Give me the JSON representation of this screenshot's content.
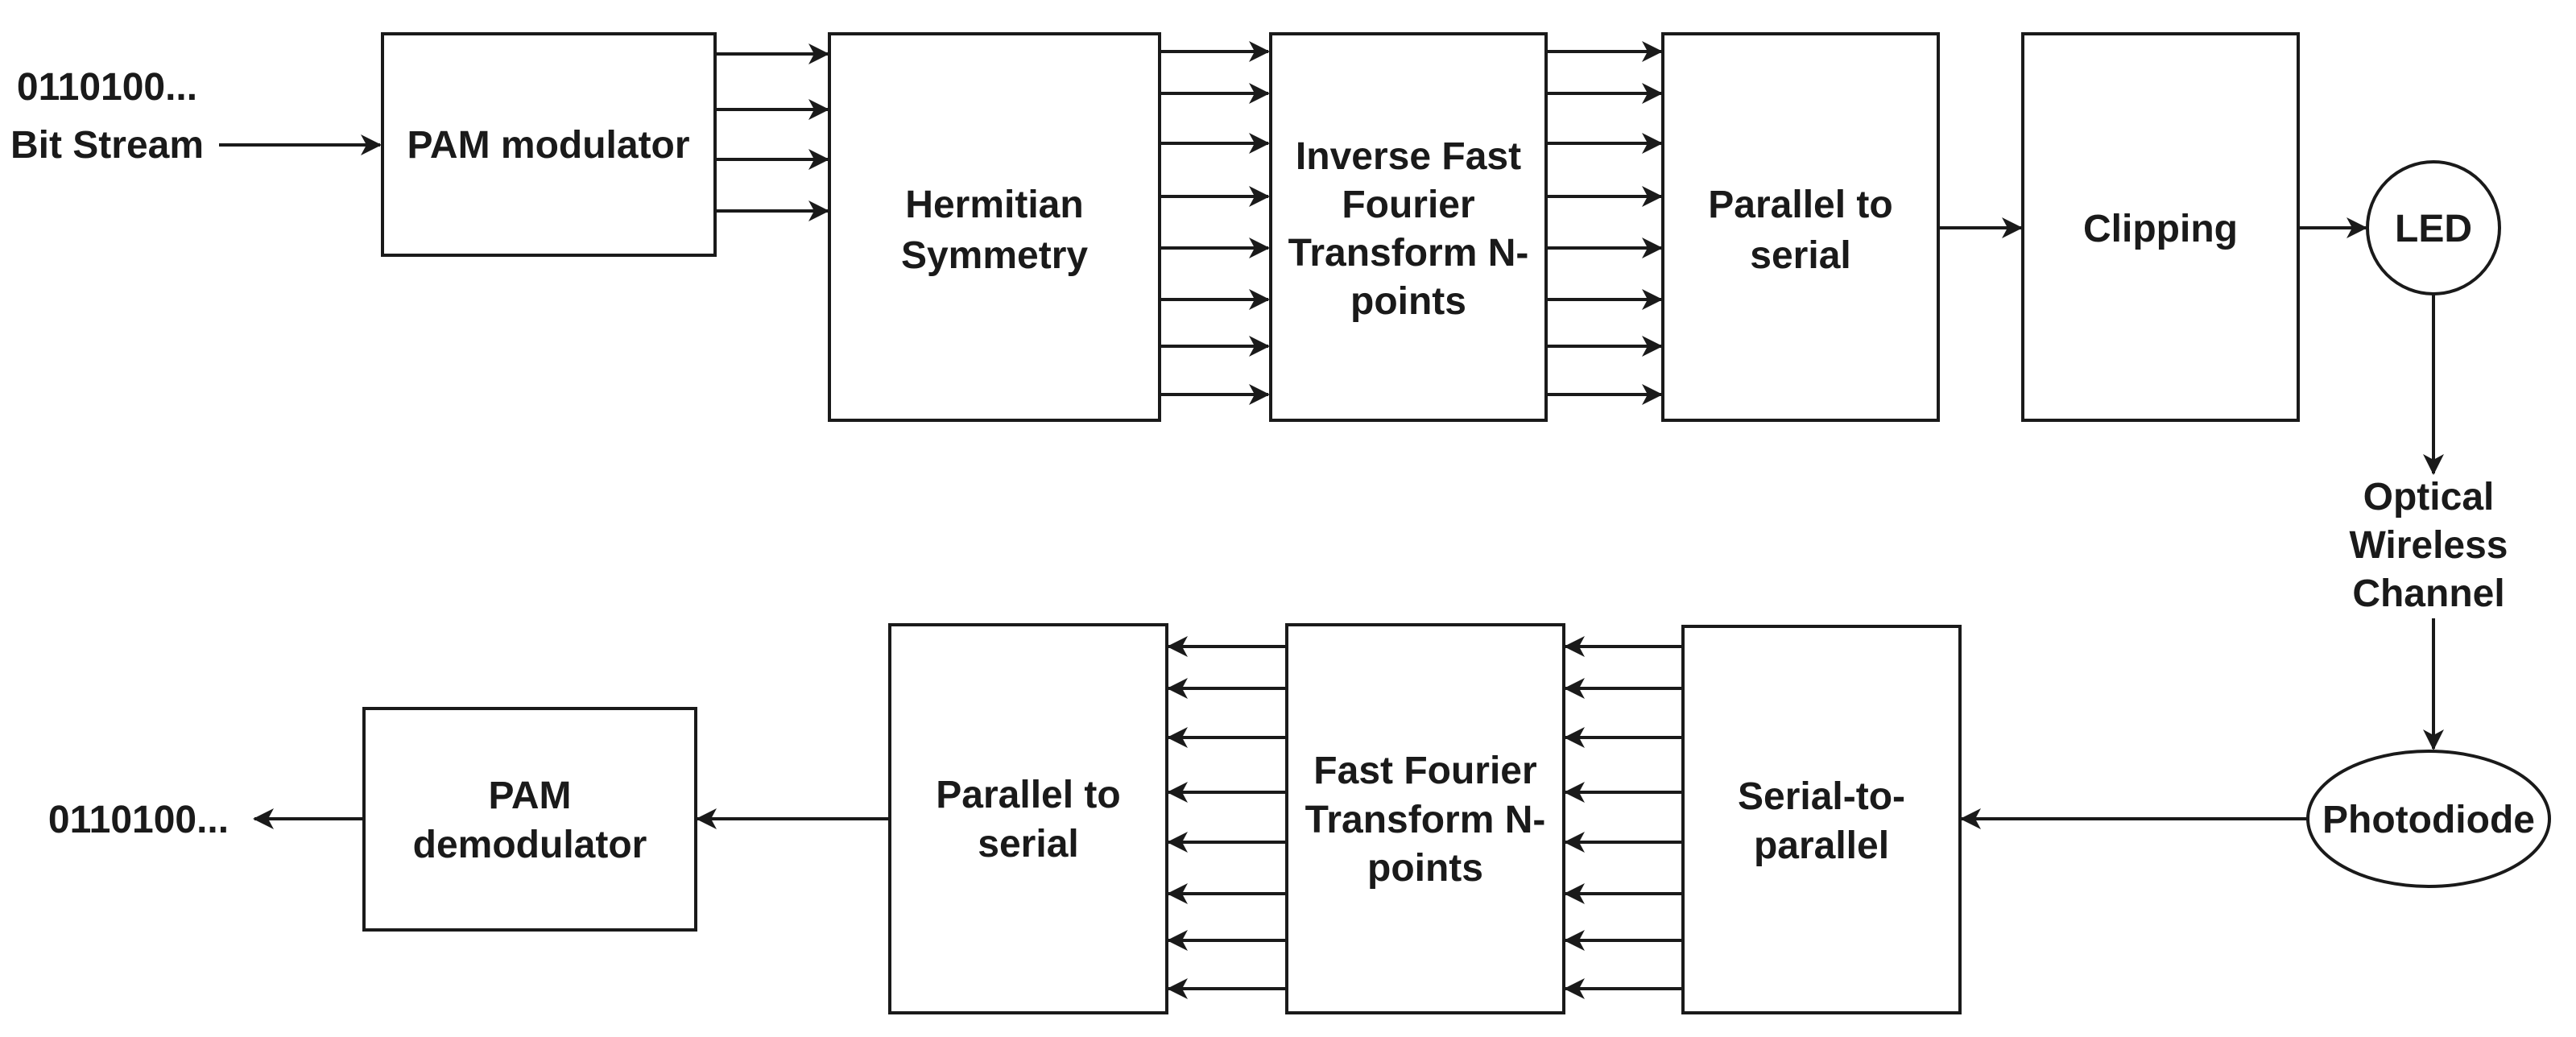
{
  "diagram": {
    "input_bits": "0110100...",
    "input_label": "Bit Stream",
    "output_bits": "0110100...",
    "blocks": {
      "pam_mod": [
        "PAM modulator"
      ],
      "hermitian": [
        "Hermitian",
        "Symmetry"
      ],
      "ifft": [
        "Inverse Fast",
        "Fourier",
        "Transform N-",
        "points"
      ],
      "p2s_tx": [
        "Parallel to",
        "serial"
      ],
      "clipping": [
        "Clipping"
      ],
      "led": [
        "LED"
      ],
      "channel": [
        "Optical",
        "Wireless",
        "Channel"
      ],
      "photodiode": [
        "Photodiode"
      ],
      "s2p": [
        "Serial-to-",
        "parallel"
      ],
      "fft": [
        "Fast Fourier",
        "Transform N-",
        "points"
      ],
      "p2s_rx": [
        "Parallel to",
        "serial"
      ],
      "pam_demod": [
        "PAM",
        "demodulator"
      ]
    }
  }
}
